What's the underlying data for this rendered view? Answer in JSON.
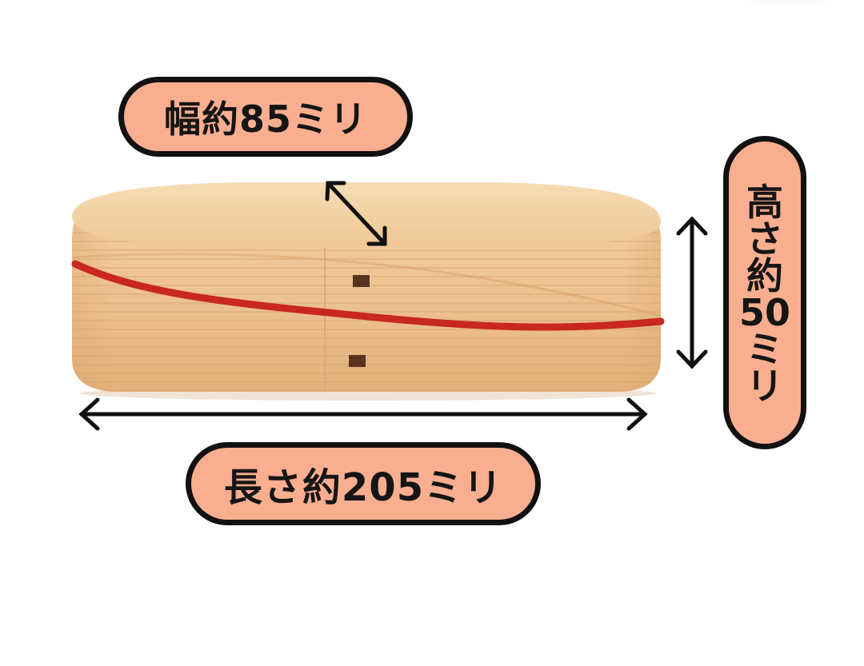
{
  "labels": {
    "width": "幅約85ミリ",
    "height_chars": [
      "高",
      "さ",
      "約",
      "50",
      "ミ",
      "リ"
    ],
    "height": "高さ約50ミリ",
    "length": "長さ約205ミリ"
  },
  "product": {
    "description": "oval wooden bento box with red band",
    "wood_color": "#eec493",
    "band_color": "#c8281e",
    "pin_color": "#5a3320"
  },
  "arrows": [
    {
      "name": "width-arrow",
      "direction": "diagonal"
    },
    {
      "name": "height-arrow",
      "direction": "vertical"
    },
    {
      "name": "length-arrow",
      "direction": "horizontal"
    }
  ],
  "colors": {
    "pill_fill": "#f9ae8f",
    "pill_border": "#111111",
    "text": "#151515",
    "background": "#ffffff"
  }
}
